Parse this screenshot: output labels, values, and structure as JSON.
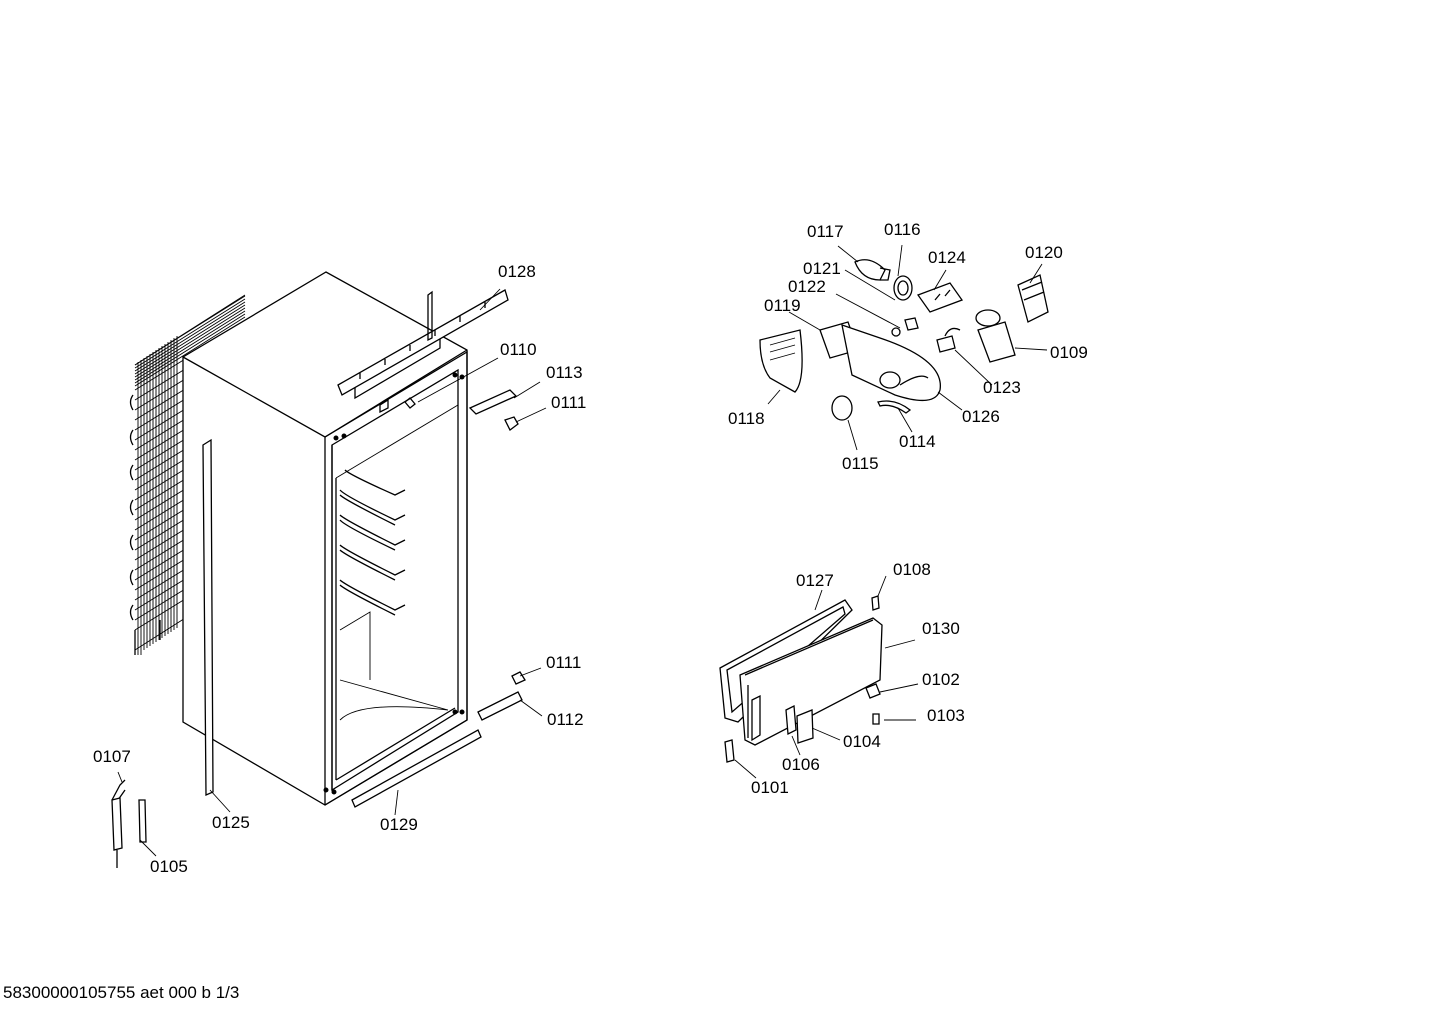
{
  "labels": {
    "p0128": "0128",
    "p0110": "0110",
    "p0113": "0113",
    "p0111a": "0111",
    "p0111b": "0111",
    "p0112": "0112",
    "p0125": "0125",
    "p0129": "0129",
    "p0107": "0107",
    "p0105": "0105",
    "p0117": "0117",
    "p0116": "0116",
    "p0124": "0124",
    "p0120": "0120",
    "p0121": "0121",
    "p0122": "0122",
    "p0119": "0119",
    "p0109": "0109",
    "p0123": "0123",
    "p0118": "0118",
    "p0126": "0126",
    "p0114": "0114",
    "p0115": "0115",
    "p0127": "0127",
    "p0108": "0108",
    "p0130": "0130",
    "p0102": "0102",
    "p0103": "0103",
    "p0104": "0104",
    "p0106": "0106",
    "p0101": "0101"
  },
  "footer": "58300000105755 aet 000 b 1/3"
}
